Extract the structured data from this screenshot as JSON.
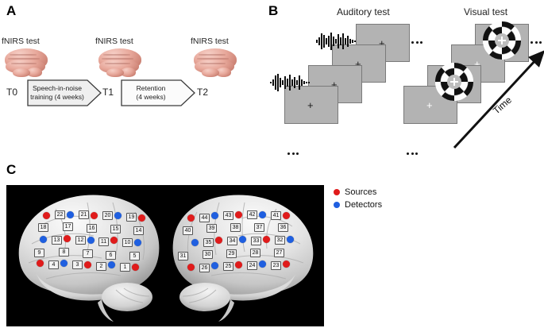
{
  "figure": {
    "panels": [
      {
        "letter": "A"
      },
      {
        "letter": "B"
      },
      {
        "letter": "C"
      }
    ]
  },
  "panelA": {
    "letter": "A",
    "timepoint_labels": [
      "T0",
      "T1",
      "T2"
    ],
    "test_labels": [
      "fNIRS test",
      "fNIRS test",
      "fNIRS test"
    ],
    "phases": [
      {
        "line1": "Speech-in-noise",
        "line2": "training (4 weeks)"
      },
      {
        "line1": "Retention",
        "line2": "(4 weeks)"
      }
    ]
  },
  "panelB": {
    "letter": "B",
    "titles": [
      "Auditory test",
      "Visual test"
    ],
    "time_label": "Time",
    "fixation_symbol": "+",
    "auditory_icon": "audio-waveform-icon",
    "visual_icon": "radial-checkerboard-icon",
    "continuation_symbol": "dots-ellipsis"
  },
  "panelC": {
    "letter": "C",
    "legend": [
      {
        "label": "Sources",
        "color": "#e01b1b"
      },
      {
        "label": "Detectors",
        "color": "#1f5fe0"
      }
    ],
    "left_hemisphere": {
      "rows": [
        {
          "optodes": [
            "S",
            "D",
            "S",
            "D",
            "S"
          ],
          "channels": [
            "22",
            "21",
            "20",
            "19"
          ]
        },
        {
          "between_labels": [
            "18",
            "17",
            "16",
            "15",
            "14"
          ]
        },
        {
          "optodes": [
            "D",
            "S",
            "D",
            "S",
            "D"
          ],
          "channels": [
            "13",
            "12",
            "11",
            "10"
          ]
        },
        {
          "between_labels": [
            "9",
            "8",
            "7",
            "6",
            "5"
          ]
        },
        {
          "optodes": [
            "S",
            "D",
            "S",
            "D",
            "S"
          ],
          "channels": [
            "4",
            "3",
            "2",
            "1"
          ]
        }
      ]
    },
    "right_hemisphere": {
      "rows": [
        {
          "optodes": [
            "S",
            "D",
            "S",
            "D",
            "S"
          ],
          "channels": [
            "44",
            "43",
            "42",
            "41"
          ]
        },
        {
          "between_labels": [
            "40",
            "39",
            "38",
            "37",
            "36"
          ]
        },
        {
          "optodes": [
            "D",
            "S",
            "D",
            "S",
            "D"
          ],
          "channels": [
            "35",
            "34",
            "33",
            "32"
          ]
        },
        {
          "between_labels": [
            "31",
            "30",
            "29",
            "28",
            "27"
          ]
        },
        {
          "optodes": [
            "S",
            "D",
            "S",
            "D",
            "S"
          ],
          "channels": [
            "26",
            "25",
            "24",
            "23"
          ]
        }
      ]
    }
  }
}
